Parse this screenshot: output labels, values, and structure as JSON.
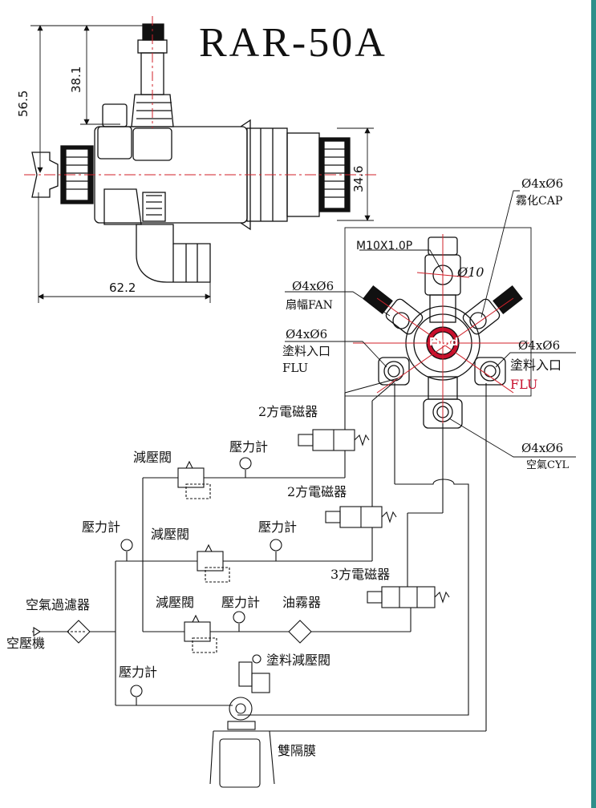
{
  "title": "RAR-50A",
  "dimensions": {
    "d_56_5": "56.5",
    "d_38_1": "38.1",
    "d_34_6": "34.6",
    "d_62_2": "62.2",
    "thread": "M10X1.0P",
    "bore": "Ø10"
  },
  "ports": {
    "cap_size": "Ø4xØ6",
    "cap_name": "霧化CAP",
    "fan_size": "Ø4xØ6",
    "fan_name": "扇幅FAN",
    "flu_left_size": "Ø4xØ6",
    "flu_left_name": "塗料入口",
    "flu_left_code": "FLU",
    "flu_right_size": "Ø4xØ6",
    "flu_right_name": "塗料入口",
    "flu_right_code": "FLU",
    "cyl_size": "Ø4xØ6",
    "cyl_name": "空氣CYL",
    "logo": "Fluid"
  },
  "components": {
    "solenoid_2way_a": "2方電磁器",
    "solenoid_2way_b": "2方電磁器",
    "solenoid_3way": "3方電磁器",
    "regulator_a": "減壓閥",
    "regulator_b": "減壓閥",
    "regulator_c": "減壓閥",
    "gauge_a": "壓力計",
    "gauge_b": "壓力計",
    "gauge_c": "壓力計",
    "gauge_d": "壓力計",
    "gauge_e": "壓力計",
    "lubricator": "油霧器",
    "air_filter": "空氣過濾器",
    "compressor": "空壓機",
    "paint_regulator": "塗料減壓閥",
    "diaphragm_pump": "雙隔膜"
  },
  "colors": {
    "line": "#111111",
    "centerline": "#d0202a",
    "accent": "#2e8f8a"
  }
}
